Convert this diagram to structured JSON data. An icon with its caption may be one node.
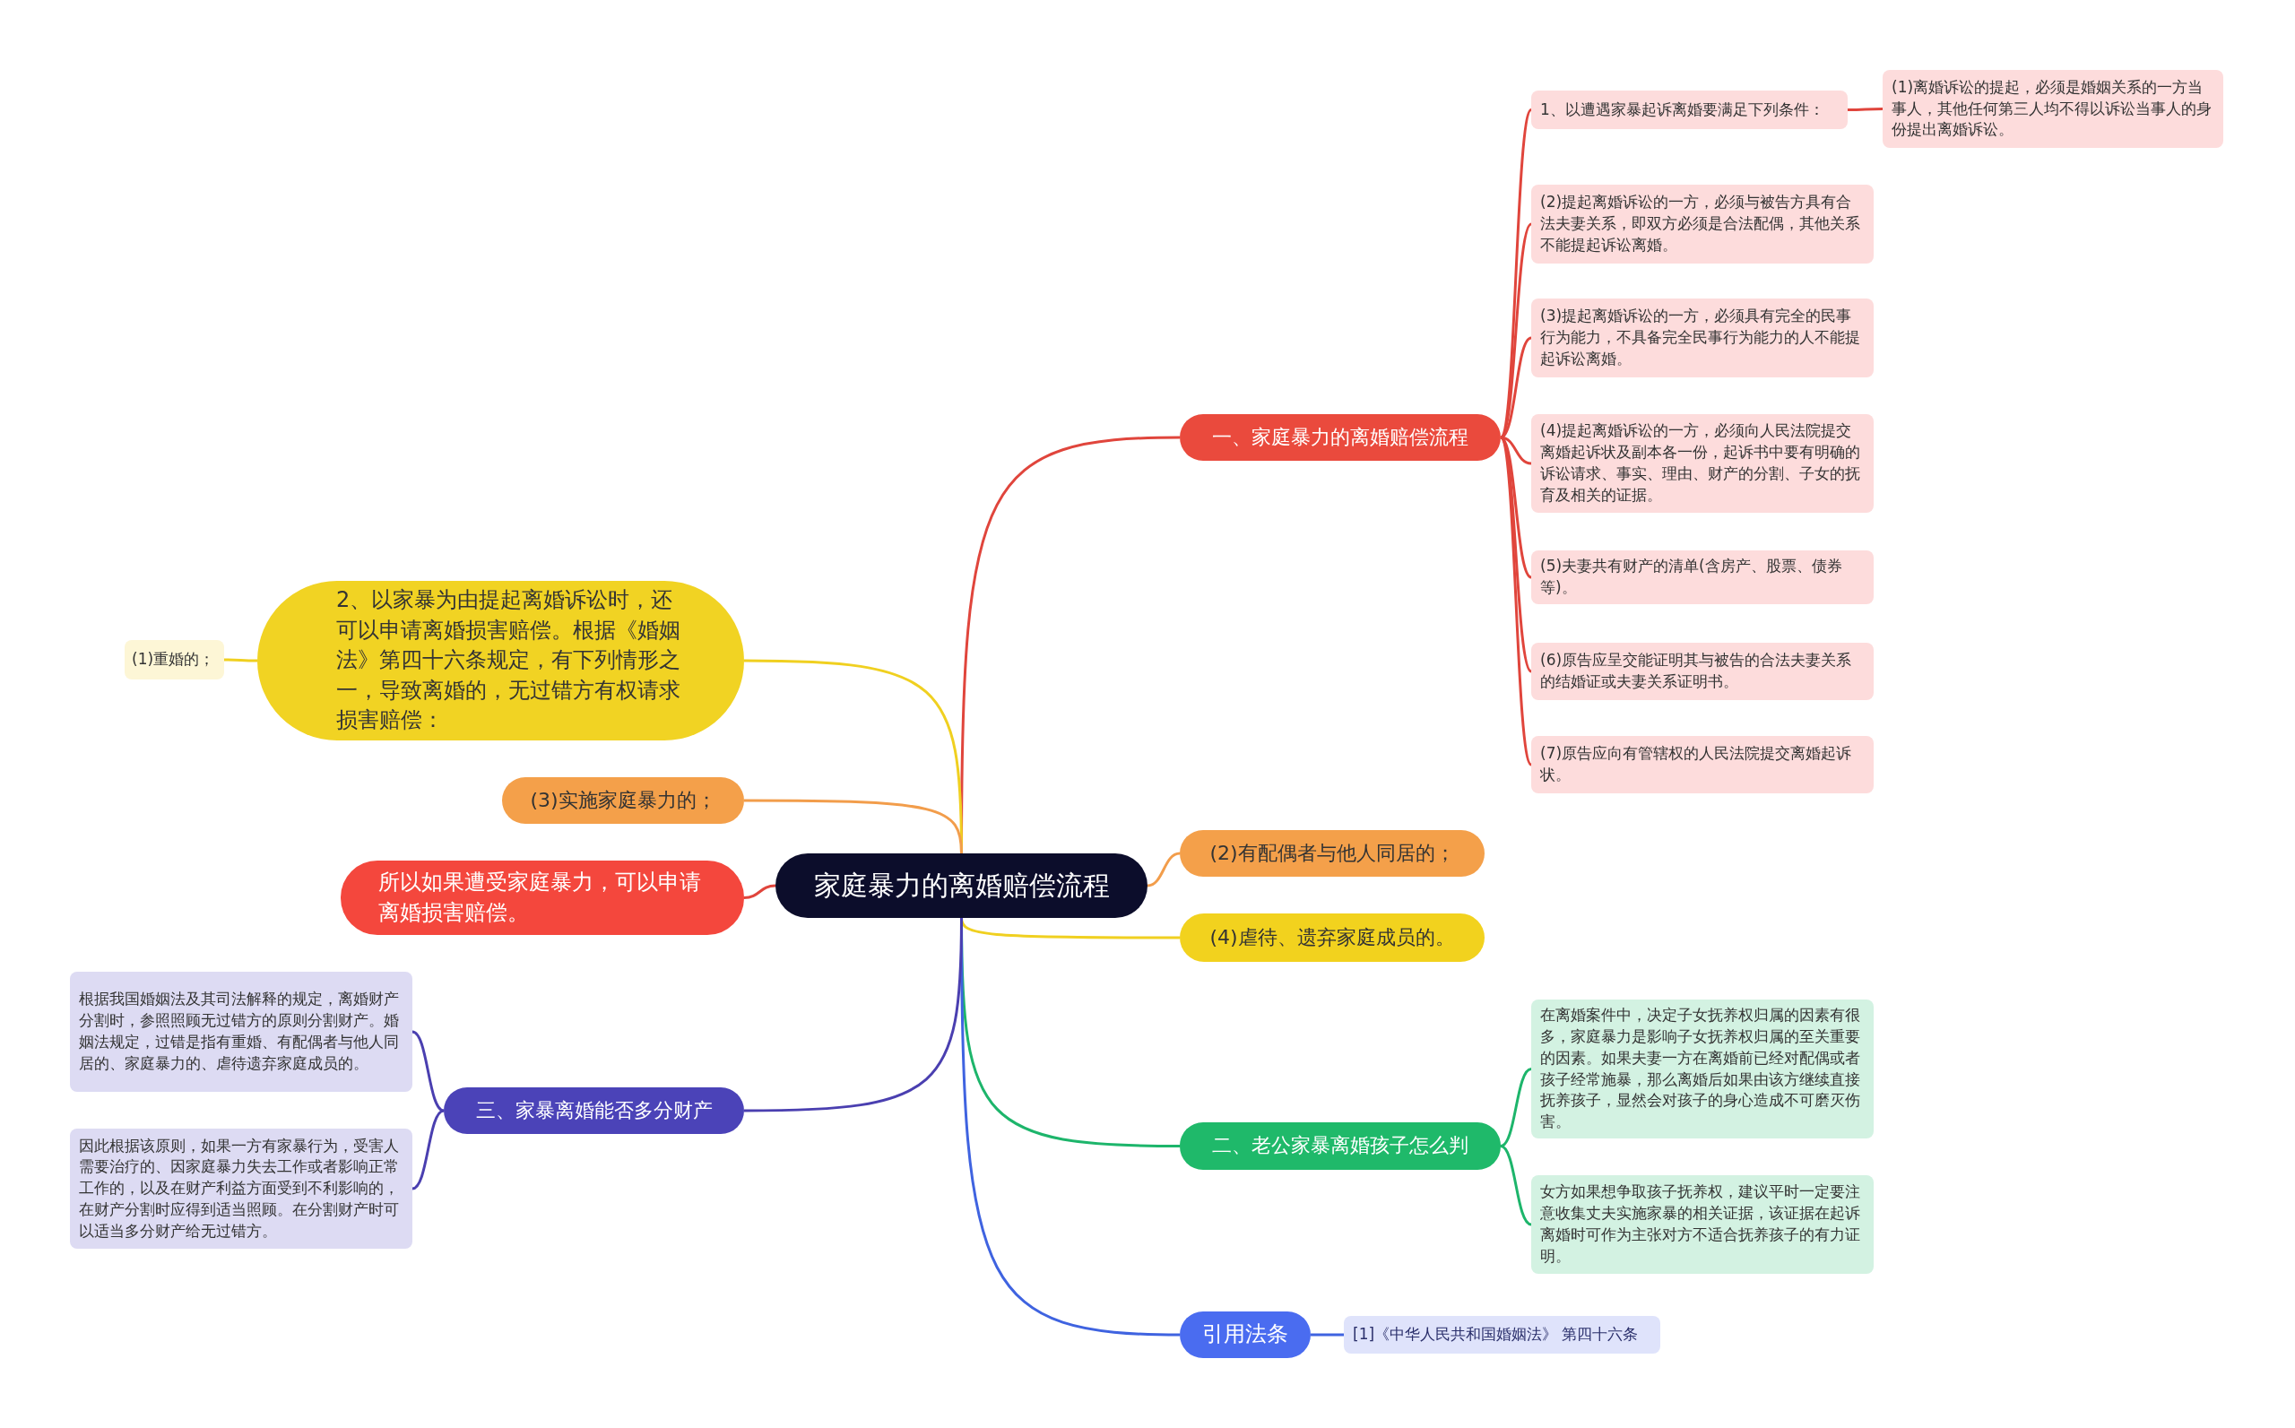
{
  "diagram": {
    "nodes": [
      {
        "text": [
          "家庭暴力的离婚赔偿流程"
        ]
      },
      {
        "text": [
          "一、家庭暴力的离婚赔偿流程"
        ]
      },
      {
        "text": [
          "1、以遭遇家暴起诉离婚要满足下列条件："
        ]
      },
      {
        "text": [
          "(1)离婚诉讼的提起，必须是婚姻关系的一方当事人，其他任何第三人均不得以诉讼当事人的身份提出离婚诉讼。"
        ]
      },
      {
        "text": [
          "(2)提起离婚诉讼的一方，必须与被告方具有合法夫妻关系，即双方必须是合法配偶，其他关系不能提起诉讼离婚。"
        ]
      },
      {
        "text": [
          "(3)提起离婚诉讼的一方，必须具有完全的民事行为能力，不具备完全民事行为能力的人不能提起诉讼离婚。"
        ]
      },
      {
        "text": [
          "(4)提起离婚诉讼的一方，必须向人民法院提交离婚起诉状及副本各一份，起诉书中要有明确的诉讼请求、事实、理由、财产的分割、子女的抚育及相关的证据。"
        ]
      },
      {
        "text": [
          "(5)夫妻共有财产的清单(含房产、股票、债券等)。"
        ]
      },
      {
        "text": [
          "(6)原告应呈交能证明其与被告的合法夫妻关系的结婚证或夫妻关系证明书。"
        ]
      },
      {
        "text": [
          "(7)原告应向有管辖权的人民法院提交离婚起诉状。"
        ]
      },
      {
        "text": [
          "(2)有配偶者与他人同居的；"
        ]
      },
      {
        "text": [
          "(4)虐待、遗弃家庭成员的。"
        ]
      },
      {
        "text": [
          "二、老公家暴离婚孩子怎么判"
        ]
      },
      {
        "text": [
          "在离婚案件中，决定子女抚养权归属的因素有很多，家庭暴力是影响子女抚养权归属的至关重要的因素。如果夫妻一方在离婚前已经对配偶或者孩子经常施暴，那么离婚后如果由该方继续直接抚养孩子，显然会对孩子的身心造成不可磨灭伤害。"
        ]
      },
      {
        "text": [
          "女方如果想争取孩子抚养权，建议平时一定要注意收集丈夫实施家暴的相关证据，该证据在起诉离婚时可作为主张对方不适合抚养孩子的有力证明。"
        ]
      },
      {
        "text": [
          "引用法条"
        ]
      },
      {
        "text": [
          "[1]《中华人民共和国婚姻法》 第四十六条"
        ]
      },
      {
        "text": [
          "2、以家暴为由提起离婚诉讼时，还可以申请离婚损害赔偿。根据《婚姻法》第四十六条规定，有下列情形之一，导致离婚的，无过错方有权请求损害赔偿："
        ]
      },
      {
        "text": [
          "(1)重婚的；"
        ]
      },
      {
        "text": [
          "(3)实施家庭暴力的；"
        ]
      },
      {
        "text": [
          "所以如果遭受家庭暴力，可以申请离婚损害赔偿。"
        ]
      },
      {
        "text": [
          "三、家暴离婚能否多分财产"
        ]
      },
      {
        "text": [
          "根据我国婚姻法及其司法解释的规定，离婚财产分割时，参照照顾无过错方的原则分割财产。婚姻法规定，过错是指有重婚、有配偶者与他人同居的、家庭暴力的、虐待遗弃家庭成员的。"
        ]
      },
      {
        "text": [
          "因此根据该原则，如果一方有家暴行为，受害人需要治疗的、因家庭暴力失去工作或者影响正常工作的，以及在财产利益方面受到不利影响的，在财产分割时应得到适当照顾。在分割财产时可以适当多分财产给无过错方。"
        ]
      }
    ],
    "edges": [
      {
        "from": 0,
        "to": 1,
        "arrow": "none"
      },
      {
        "from": 1,
        "to": 2,
        "arrow": "none"
      },
      {
        "from": 2,
        "to": 3,
        "arrow": "none"
      },
      {
        "from": 1,
        "to": 4,
        "arrow": "none"
      },
      {
        "from": 1,
        "to": 5,
        "arrow": "none"
      },
      {
        "from": 1,
        "to": 6,
        "arrow": "none"
      },
      {
        "from": 1,
        "to": 7,
        "arrow": "none"
      },
      {
        "from": 1,
        "to": 8,
        "arrow": "none"
      },
      {
        "from": 1,
        "to": 9,
        "arrow": "none"
      },
      {
        "from": 0,
        "to": 10,
        "arrow": "none",
        "color": "#f29d4b"
      },
      {
        "from": 0,
        "to": 11,
        "arrow": "none",
        "color": "#f0d020"
      },
      {
        "from": 0,
        "to": 12,
        "arrow": "none",
        "color": "#1db56b"
      },
      {
        "from": 12,
        "to": 13,
        "arrow": "none",
        "color": "#1db56b"
      },
      {
        "from": 12,
        "to": 14,
        "arrow": "none",
        "color": "#1db56b"
      },
      {
        "from": 0,
        "to": 15,
        "arrow": "none",
        "color": "#3f63e0"
      },
      {
        "from": 15,
        "to": 16,
        "arrow": "none",
        "color": "#3f63e0"
      },
      {
        "from": 0,
        "to": 17,
        "arrow": "none",
        "color": "#f0d020"
      },
      {
        "from": 17,
        "to": 18,
        "arrow": "none",
        "color": "#f0d020"
      },
      {
        "from": 0,
        "to": 19,
        "arrow": "none",
        "color": "#f29d4b"
      },
      {
        "from": 0,
        "to": 20,
        "arrow": "none"
      },
      {
        "from": 0,
        "to": 21,
        "arrow": "none",
        "color": "#4a3fb0"
      },
      {
        "from": 21,
        "to": 22,
        "arrow": "none",
        "color": "#4a3fb0"
      },
      {
        "from": 21,
        "to": 23,
        "arrow": "none",
        "color": "#4a3fb0"
      }
    ]
  }
}
